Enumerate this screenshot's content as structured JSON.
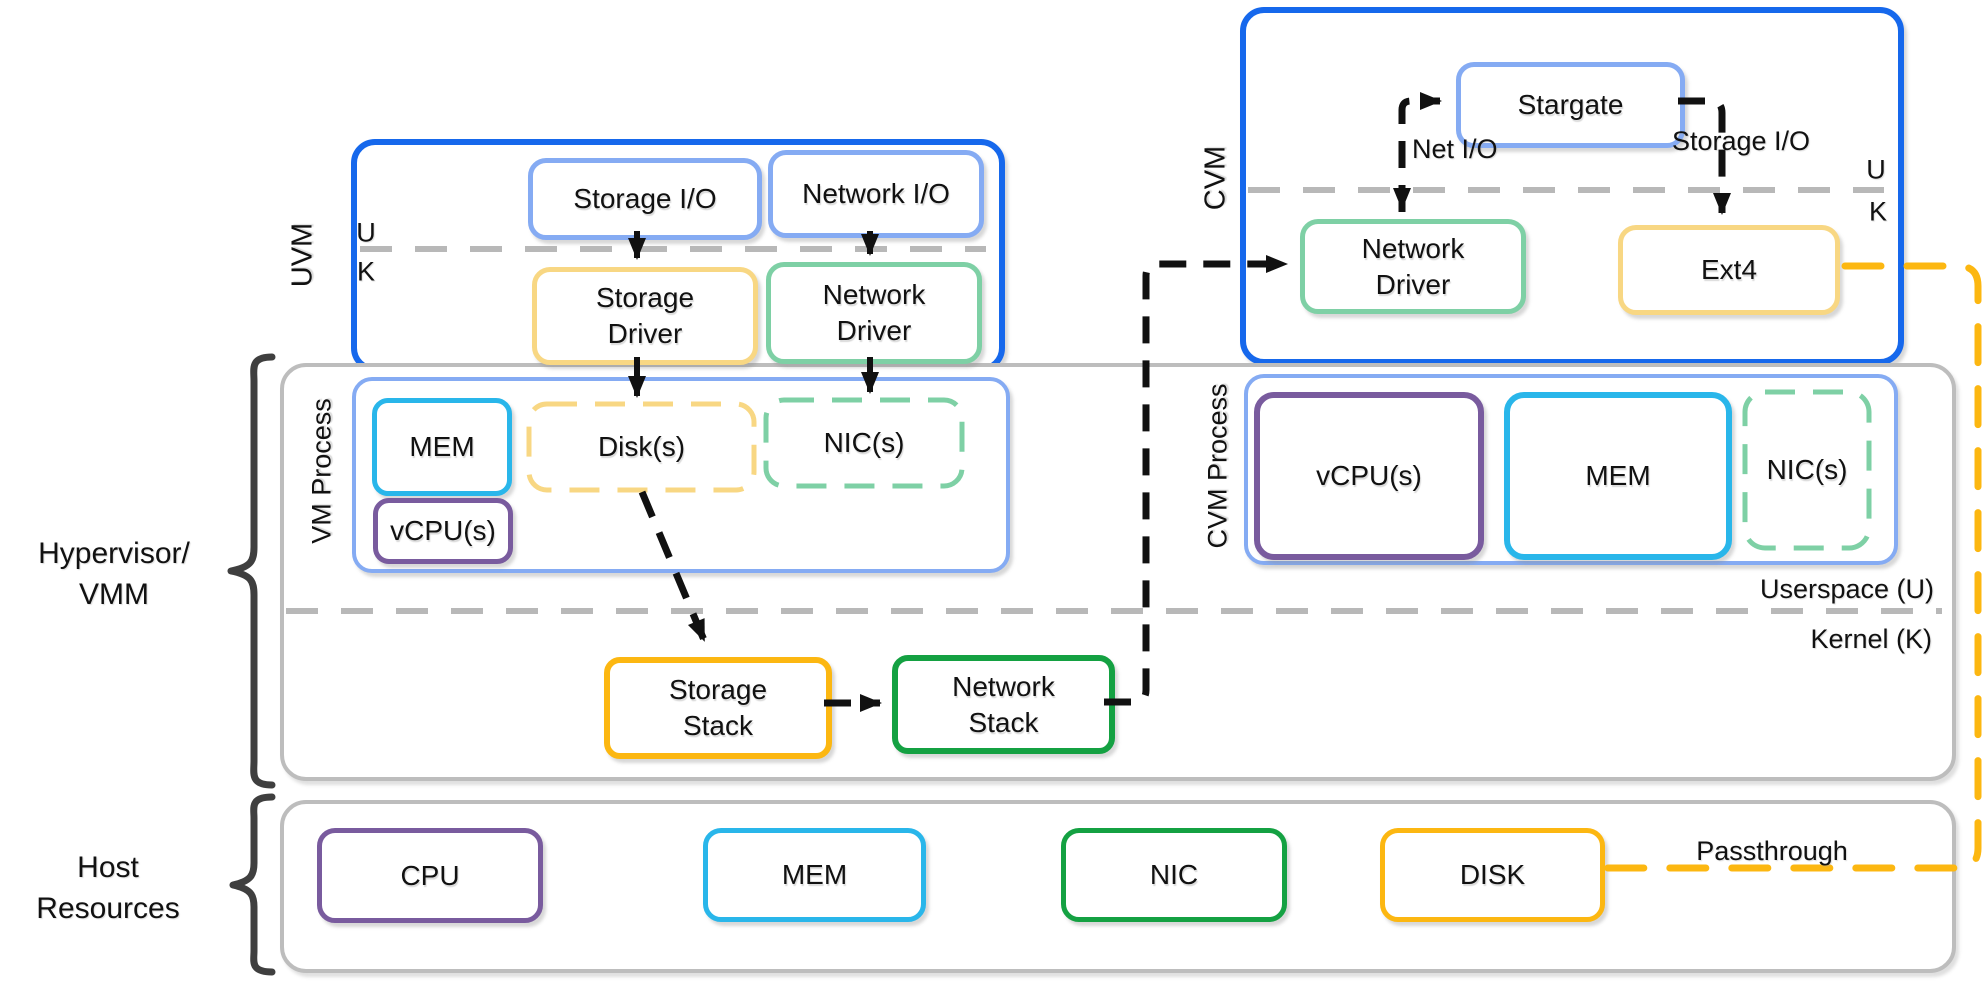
{
  "uvm": {
    "label": "UVM",
    "u": "U",
    "k": "K",
    "storage_io": "Storage I/O",
    "network_io": "Network I/O",
    "storage_driver": "Storage\nDriver",
    "network_driver": "Network\nDriver"
  },
  "cvm": {
    "label": "CVM",
    "u": "U",
    "k": "K",
    "stargate": "Stargate",
    "net_io_flow": "Net I/O",
    "storage_io_flow": "Storage I/O",
    "network_driver": "Network\nDriver",
    "ext4": "Ext4"
  },
  "hypervisor": {
    "brace_label": "Hypervisor/\nVMM",
    "userspace": "Userspace (U)",
    "kernel": "Kernel (K)",
    "vm_process": {
      "label": "VM Process",
      "mem": "MEM",
      "vcpu": "vCPU(s)",
      "disks": "Disk(s)",
      "nics": "NIC(s)"
    },
    "cvm_process": {
      "label": "CVM Process",
      "vcpu": "vCPU(s)",
      "mem": "MEM",
      "nics": "NIC(s)"
    },
    "storage_stack": "Storage\nStack",
    "network_stack": "Network\nStack"
  },
  "host": {
    "brace_label": "Host\nResources",
    "cpu": "CPU",
    "mem": "MEM",
    "nic": "NIC",
    "disk": "DISK",
    "passthrough": "Passthrough"
  },
  "colors": {
    "vm_border_blue": "#1668ec",
    "light_blue": "#85abf3",
    "light_green": "#7ed0a5",
    "light_yellow": "#f8d783",
    "cyan": "#29b6ea",
    "purple": "#795b9e",
    "green": "#14a142",
    "gold": "#fcb711",
    "gray_border": "#bdbdbd",
    "gray_dash": "#b8b8b8",
    "brace_dark": "#3f3f3f"
  }
}
